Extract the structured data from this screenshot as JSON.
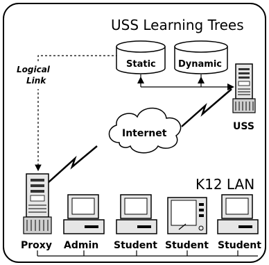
{
  "title": "USS Learning Trees",
  "lan_title": "K12 LAN",
  "logical_link": [
    "Logical",
    "Link"
  ],
  "internet": "Internet",
  "uss": "USS",
  "databases": {
    "static": "Static",
    "dynamic": "Dynamic"
  },
  "nodes": [
    "Proxy",
    "Admin",
    "Student",
    "Student",
    "Student"
  ],
  "icons": {
    "server": "server-tower-icon",
    "desktop": "desktop-computer-icon",
    "tablet": "touch-terminal-icon",
    "cloud": "cloud-icon",
    "database": "database-cylinder-icon"
  }
}
